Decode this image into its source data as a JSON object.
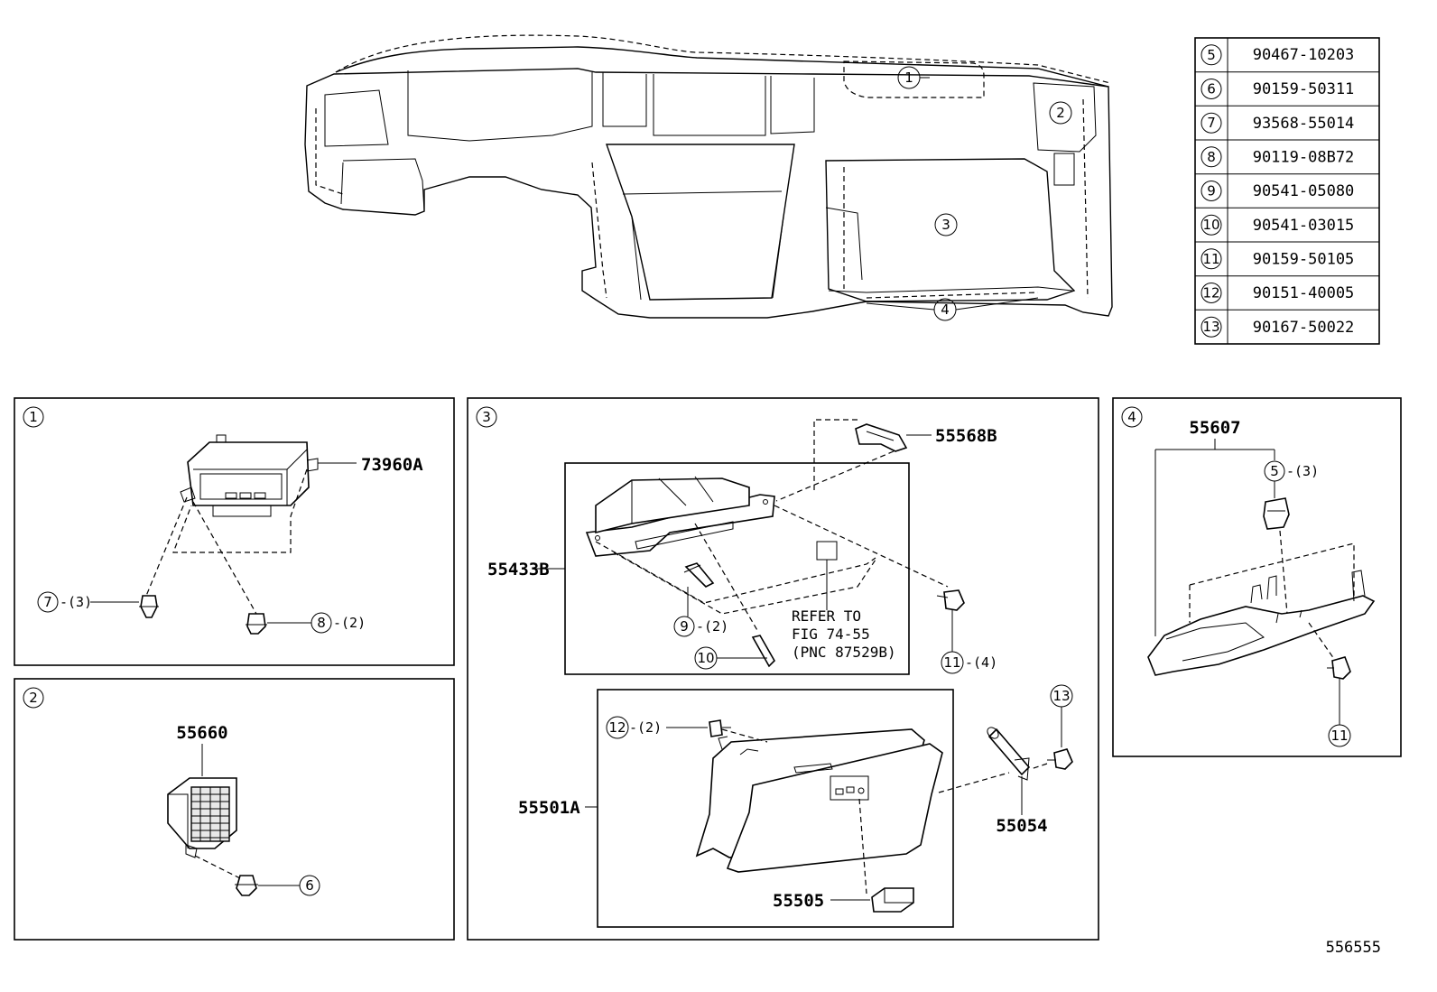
{
  "parts_table": [
    {
      "ref": "5",
      "part_no": "90467-10203"
    },
    {
      "ref": "6",
      "part_no": "90159-50311"
    },
    {
      "ref": "7",
      "part_no": "93568-55014"
    },
    {
      "ref": "8",
      "part_no": "90119-08B72"
    },
    {
      "ref": "9",
      "part_no": "90541-05080"
    },
    {
      "ref": "10",
      "part_no": "90541-03015"
    },
    {
      "ref": "11",
      "part_no": "90159-50105"
    },
    {
      "ref": "12",
      "part_no": "90151-40005"
    },
    {
      "ref": "13",
      "part_no": "90167-50022"
    }
  ],
  "overview": {
    "callouts": [
      "1",
      "2",
      "3",
      "4"
    ]
  },
  "panel1": {
    "index": "1",
    "part_label": "73960A",
    "fastener_a": {
      "ref": "7",
      "qty": "-(3)"
    },
    "fastener_b": {
      "ref": "8",
      "qty": "-(2)"
    }
  },
  "panel2": {
    "index": "2",
    "part_label": "55660",
    "fastener": {
      "ref": "6"
    }
  },
  "panel3": {
    "index": "3",
    "label_55568B": "55568B",
    "label_55433B": "55433B",
    "label_55501A": "55501A",
    "label_55054": "55054",
    "label_55505": "55505",
    "fastener_9": {
      "ref": "9",
      "qty": "-(2)"
    },
    "fastener_10": {
      "ref": "10"
    },
    "fastener_11": {
      "ref": "11",
      "qty": "-(4)"
    },
    "fastener_12": {
      "ref": "12",
      "qty": "-(2)"
    },
    "fastener_13": {
      "ref": "13"
    },
    "note_line1": "REFER TO",
    "note_line2": "FIG 74-55",
    "note_line3": "(PNC 87529B)"
  },
  "panel4": {
    "index": "4",
    "part_label": "55607",
    "fastener_5": {
      "ref": "5",
      "qty": "-(3)"
    },
    "fastener_11": {
      "ref": "11"
    }
  },
  "diagram_id": "556555"
}
